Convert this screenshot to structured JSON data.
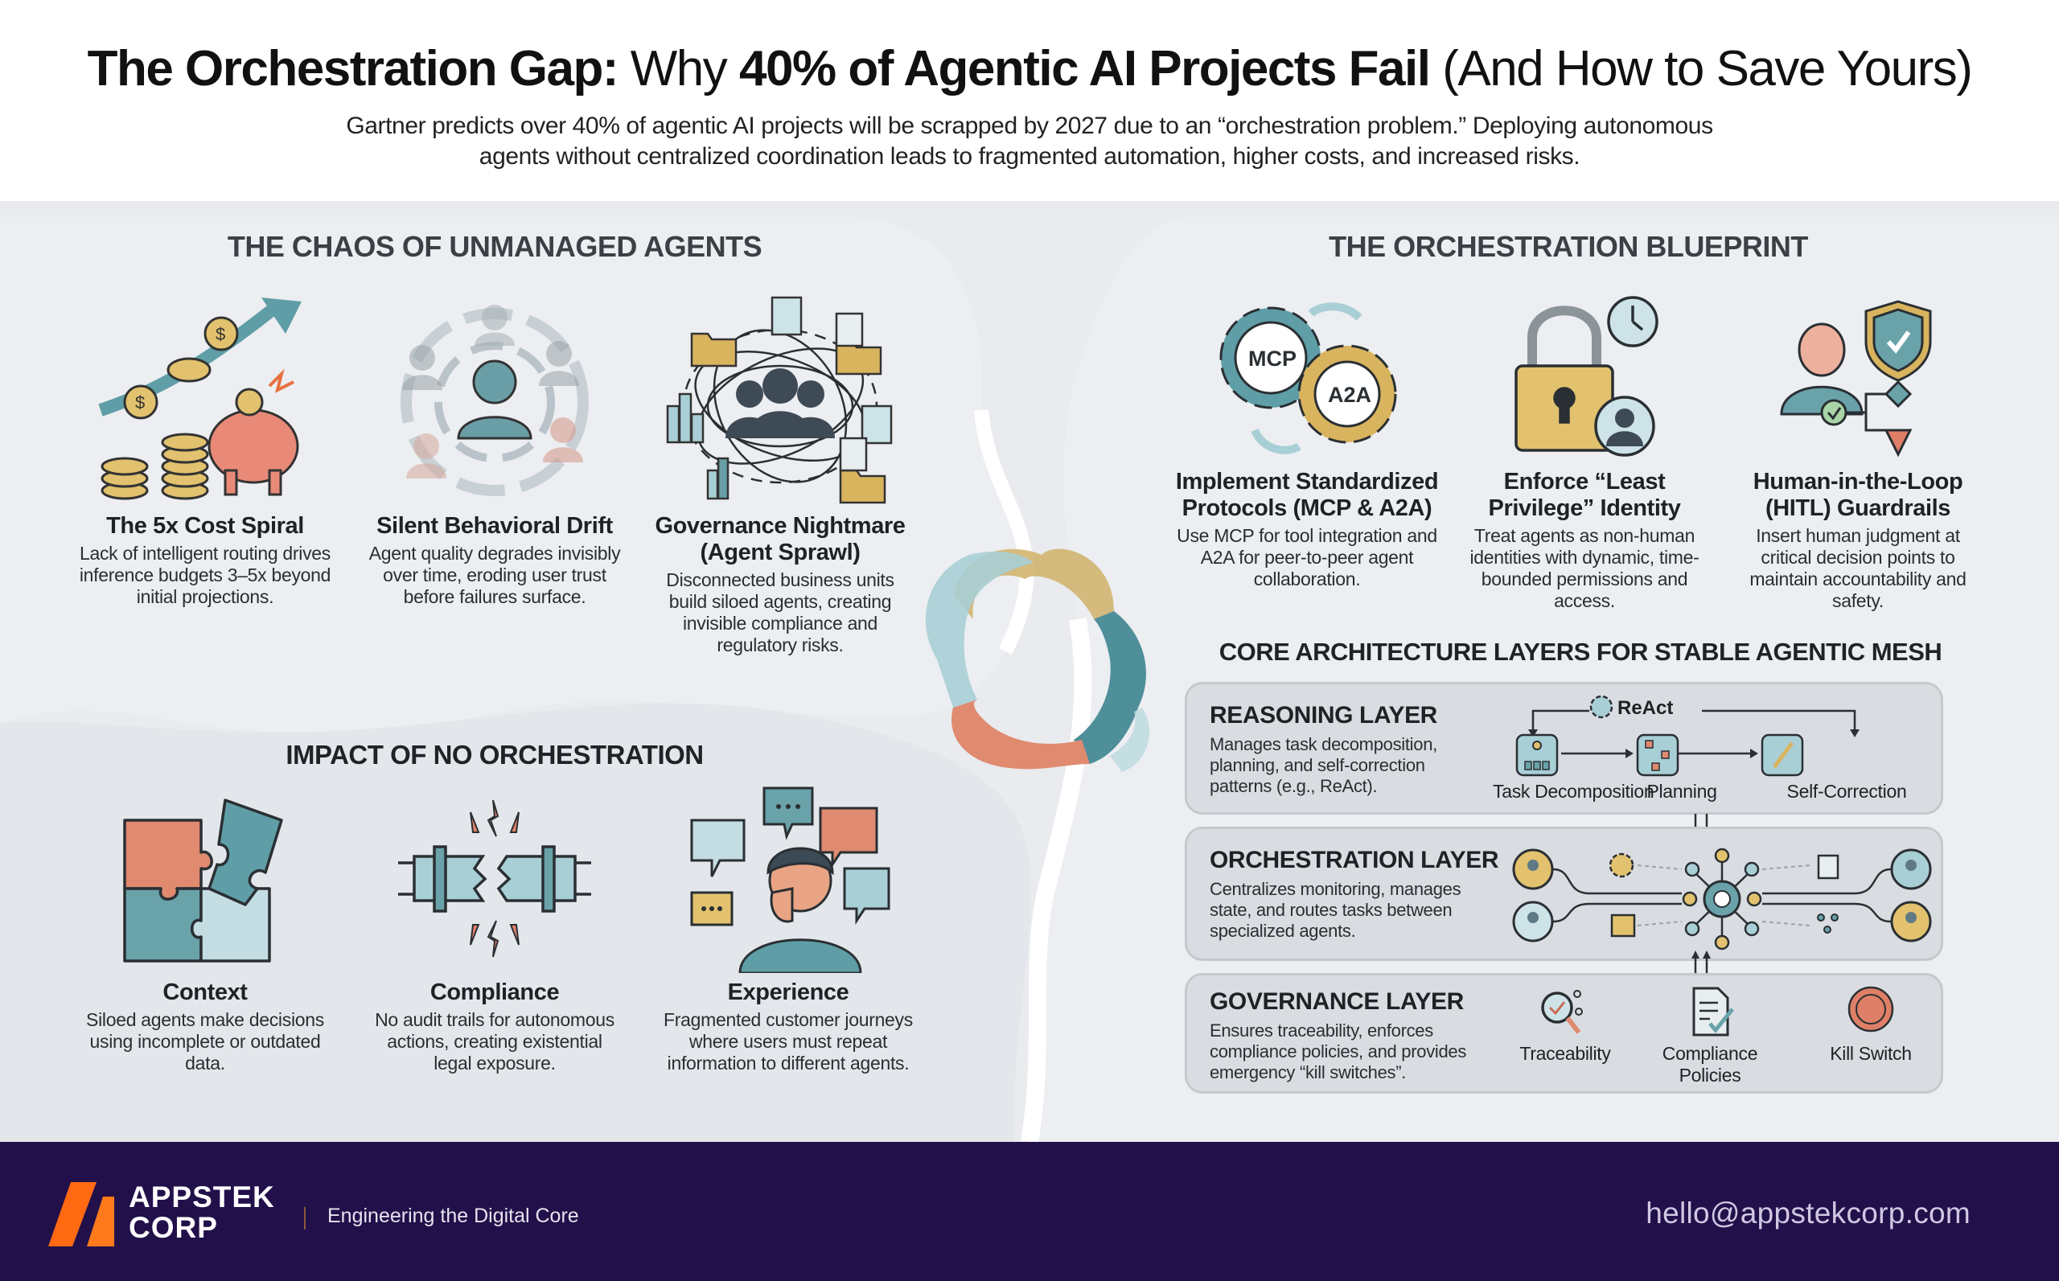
{
  "header": {
    "title_parts": {
      "bold1": "The Orchestration Gap:",
      "reg1": "Why",
      "bold2": "40% of Agentic AI Projects Fail",
      "reg2": "(And How to Save Yours)"
    },
    "subtitle": "Gartner predicts over 40% of agentic AI projects will be scrapped by 2027 due to an “orchestration problem.” Deploying autonomous agents without centralized coordination leads to fragmented automation, higher costs, and increased risks."
  },
  "chaos": {
    "title": "THE CHAOS OF UNMANAGED AGENTS",
    "items": [
      {
        "icon": "piggy-bank-rising-cost-icon",
        "title": "The 5x Cost Spiral",
        "desc": "Lack of intelligent routing drives inference budgets 3–5x beyond initial projections."
      },
      {
        "icon": "drifting-agents-icon",
        "title": "Silent Behavioral Drift",
        "desc": "Agent quality degrades invisibly over time, eroding user trust before failures surface."
      },
      {
        "icon": "tangled-agents-sprawl-icon",
        "title": "Governance Nightmare (Agent Sprawl)",
        "desc": "Disconnected business units build siloed agents, creating invisible compliance and regulatory risks."
      }
    ]
  },
  "impact": {
    "title": "IMPACT OF NO ORCHESTRATION",
    "items": [
      {
        "icon": "puzzle-pieces-icon",
        "title": "Context",
        "desc": "Siloed agents make decisions using incomplete or outdated data."
      },
      {
        "icon": "broken-pipe-icon",
        "title": "Compliance",
        "desc": "No audit trails for autonomous actions, creating existential legal exposure."
      },
      {
        "icon": "frustrated-user-chat-icon",
        "title": "Experience",
        "desc": "Fragmented customer journeys where users must repeat information to different agents."
      }
    ]
  },
  "blueprint": {
    "title": "THE ORCHESTRATION BLUEPRINT",
    "items": [
      {
        "icon": "mcp-a2a-gears-icon",
        "title": "Implement Standardized Protocols (MCP & A2A)",
        "desc": "Use MCP for tool integration and A2A for peer-to-peer agent collaboration.",
        "gear1": "MCP",
        "gear2": "A2A"
      },
      {
        "icon": "padlock-clock-identity-icon",
        "title": "Enforce “Least Privilege” Identity",
        "desc": "Treat agents as non-human identities with dynamic, time-bounded permissions and access."
      },
      {
        "icon": "human-shield-decision-icon",
        "title": "Human-in-the-Loop (HITL) Guardrails",
        "desc": "Insert human judgment at critical decision points to maintain accountability and safety."
      }
    ]
  },
  "architecture": {
    "title": "CORE ARCHITECTURE LAYERS FOR STABLE AGENTIC MESH",
    "reasoning": {
      "title": "REASONING LAYER",
      "desc": "Manages task decomposition, planning, and self-correction patterns (e.g., ReAct).",
      "loop_label": "ReAct",
      "steps": [
        "Task Decomposition",
        "Planning",
        "Self-Correction"
      ]
    },
    "orchestration": {
      "title": "ORCHESTRATION LAYER",
      "desc": "Centralizes monitoring, manages state, and routes tasks between specialized agents."
    },
    "governance": {
      "title": "GOVERNANCE LAYER",
      "desc": "Ensures traceability, enforces compliance policies, and provides emergency “kill switches”.",
      "items": [
        "Traceability",
        "Compliance Policies",
        "Kill Switch"
      ]
    }
  },
  "footer": {
    "brand_line1": "APPSTEK",
    "brand_line2": "CORP",
    "tagline": "Engineering the Digital Core",
    "email": "hello@appstekcorp.com"
  },
  "colors": {
    "teal": "#5f9ea6",
    "light_teal": "#a9cfd6",
    "gold": "#d8b25e",
    "coral": "#e07f68",
    "dark_slate": "#3b4a55",
    "footer_bg": "#22104a",
    "logo_orange": "#ff6a13"
  }
}
